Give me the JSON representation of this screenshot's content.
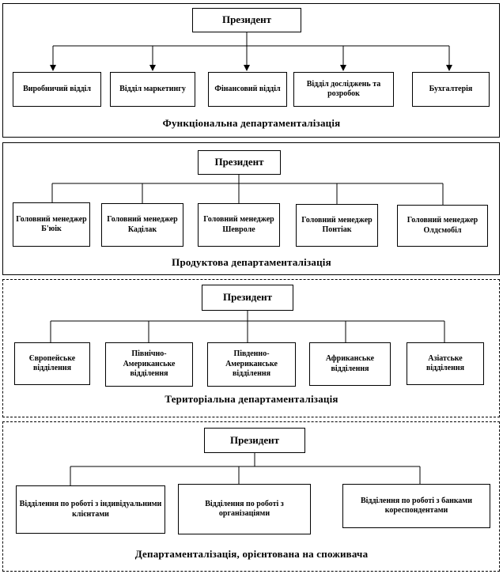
{
  "diagrams": [
    {
      "president": "Президент",
      "units": [
        "Виробничий відділ",
        "Відділ маркетингу",
        "Фінансовий відділ",
        "Відділ досліджень та розробок",
        "Бухгалтерія"
      ],
      "caption": "Функціональна департаменталізація"
    },
    {
      "president": "Президент",
      "units": [
        "Головний менеджер Б'юік",
        "Головний менеджер Каділак",
        "Головний менеджер Шевроле",
        "Головний менеджер Понтіак",
        "Головний менеджер Олдсмобіл"
      ],
      "caption": "Продуктова департаменталізація"
    },
    {
      "president": "Президент",
      "units": [
        "Європейське відділення",
        "Північно-Американське відділення",
        "Південно-Американське відділення",
        "Африканське відділення",
        "Азіатське відділення"
      ],
      "caption": "Територіальна департаменталізація"
    },
    {
      "president": "Президент",
      "units": [
        "Відділення по роботі з індивідуальними клієнтами",
        "Відділення по роботі з організаціями",
        "Відділення по роботі з банками кореспондентами"
      ],
      "caption": "Департаменталізація, орієнтована на споживача"
    }
  ]
}
